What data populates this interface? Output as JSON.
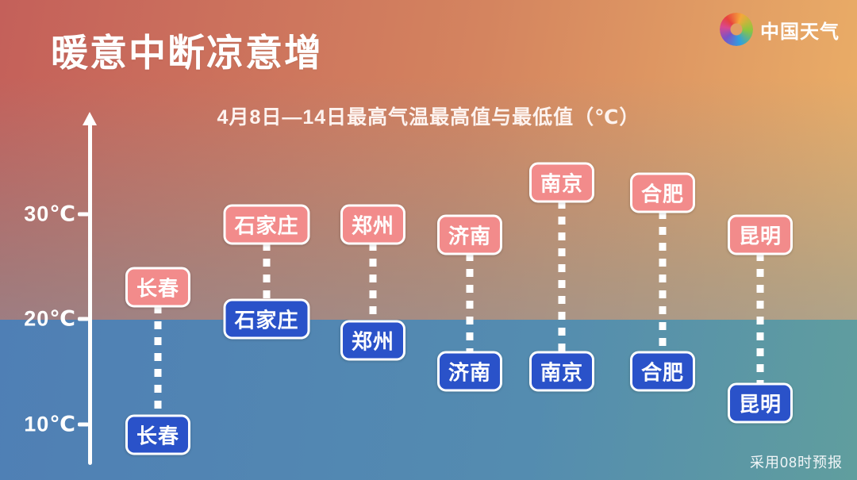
{
  "header": {
    "title": "暖意中断凉意增",
    "subtitle": "4月8日—14日最高气温最高值与最低值（℃）",
    "brand": "中国天气"
  },
  "footer": {
    "note": "采用08时预报"
  },
  "axis": {
    "unit": "℃",
    "ticks": [
      "30℃",
      "20℃",
      "10℃"
    ]
  },
  "palette": {
    "high_badge": "#f28b8b",
    "low_badge": "#2a52c9",
    "warm_top_left": "#c4605a",
    "warm_top_right": "#edb368",
    "cool_bottom_left": "#4f7fb5",
    "cool_bottom_right": "#609e9e",
    "line": "#ffffff"
  },
  "chart_data": {
    "type": "bar",
    "subtype": "range-dumbbell",
    "title": "4月8日—14日最高气温最高值与最低值（℃）",
    "categories": [
      "长春",
      "石家庄",
      "郑州",
      "济南",
      "南京",
      "合肥",
      "昆明"
    ],
    "series": [
      {
        "name": "最高气温最高值",
        "values": [
          23,
          29,
          29,
          28,
          33,
          32,
          28
        ]
      },
      {
        "name": "最高气温最低值",
        "values": [
          9,
          20,
          18,
          15,
          15,
          15,
          12
        ]
      }
    ],
    "xlabel": "",
    "ylabel": "℃",
    "ylim": [
      5,
      35
    ],
    "yticks": [
      10,
      20,
      30
    ],
    "grid": false,
    "legend": "none",
    "annotation": "采用08时预报"
  }
}
